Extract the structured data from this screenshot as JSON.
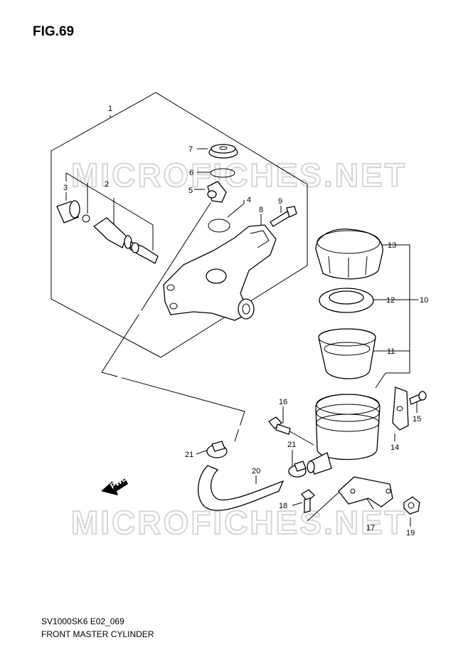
{
  "figure": {
    "title": "FIG.69"
  },
  "footer": {
    "model_code": "SV1000SK6 E02_069",
    "name": "FRONT MASTER CYLINDER"
  },
  "watermark": {
    "text": "MICROFICHES.NET"
  },
  "fwd_arrow": {
    "label": "FWD"
  },
  "callouts": [
    "1",
    "2",
    "3",
    "4",
    "5",
    "6",
    "7",
    "8",
    "9",
    "10",
    "11",
    "12",
    "13",
    "14",
    "15",
    "16",
    "17",
    "18",
    "19",
    "20",
    "21",
    "21"
  ]
}
